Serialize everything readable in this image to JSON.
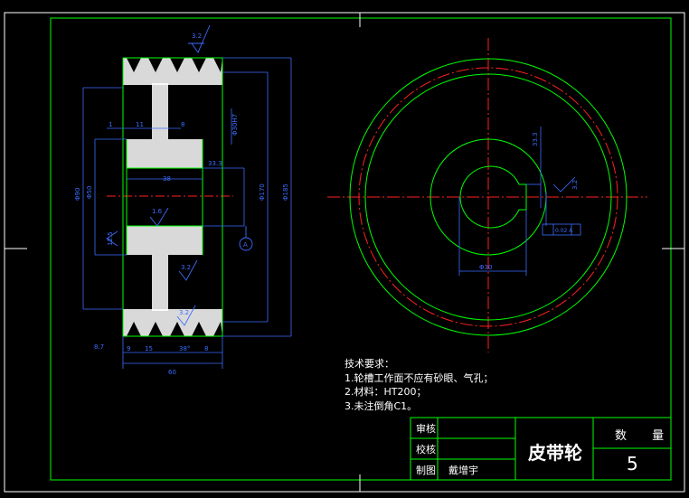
{
  "drawing": {
    "part_name": "皮带轮",
    "quantity_label": "数 量",
    "quantity_value": "5",
    "rows": [
      {
        "label": "审核",
        "value": ""
      },
      {
        "label": "校核",
        "value": ""
      },
      {
        "label": "制图",
        "value": "戴增宇"
      }
    ]
  },
  "notes": {
    "heading": "技术要求：",
    "items": [
      "1.轮槽工作面不应有砂眼、气孔；",
      "2.材料：HT200；",
      "3.未注倒角C1。"
    ]
  },
  "annotations": {
    "surface_finish_top": "3.2",
    "surface_finish_bore": "1.6",
    "surface_finish_mid": "3.2",
    "surface_finish_bottom": "3.2",
    "surface_finish_left": "12.5",
    "surface_finish_right": "3.2",
    "datum": "A",
    "bore_dim": "Φ30",
    "keyway_dim": "33.3",
    "tolerance_frame": "0.02 A"
  },
  "colors": {
    "outline": "#00ff00",
    "dimension": "#3b6dff",
    "centerline": "#ff2020",
    "hatch": "#ffffff",
    "frame": "#ffffff",
    "background": "#000000"
  }
}
